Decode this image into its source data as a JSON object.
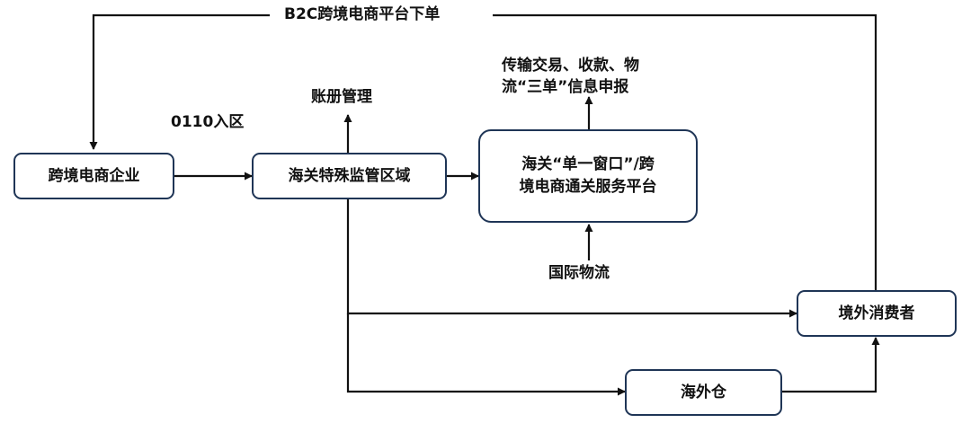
{
  "nodes": {
    "enterprise": "跨境电商企业",
    "zone": "海关特殊监管区域",
    "platform_line1": "海关“单一窗口”/跨",
    "platform_line2": "境电商通关服务平台",
    "consumer": "境外消费者",
    "warehouse": "海外仓"
  },
  "labels": {
    "b2c_order": "B2C跨境电商平台下单",
    "entry_0110": "0110入区",
    "ledger": "账册管理",
    "report_line1": "传输交易、收款、物",
    "report_line2": "流“三单”信息申报",
    "logistics": "国际物流"
  },
  "colors": {
    "box_border": "#1f3556",
    "line": "#111111"
  }
}
